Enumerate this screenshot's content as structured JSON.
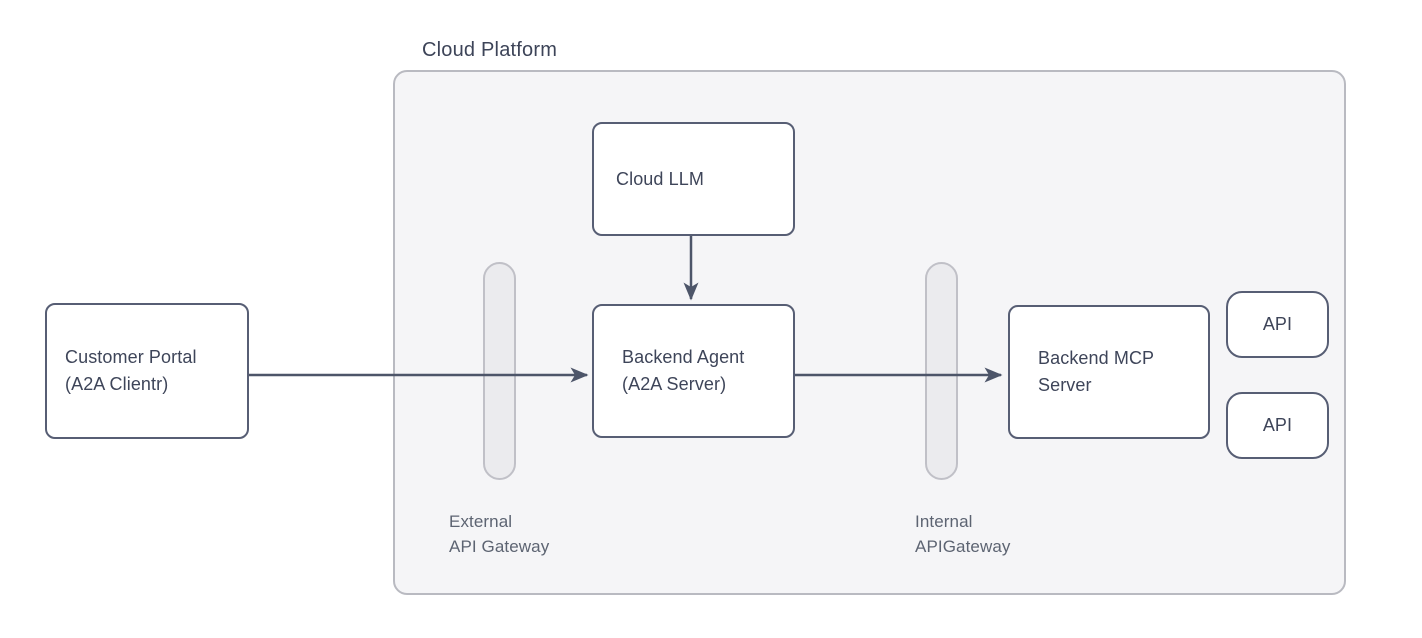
{
  "diagram": {
    "title": "Cloud Platform",
    "nodes": {
      "customer_portal": {
        "line1": "Customer Portal",
        "line2": "(A2A Clientr)"
      },
      "cloud_llm": {
        "label": "Cloud LLM"
      },
      "backend_agent": {
        "line1": "Backend Agent",
        "line2": "(A2A Server)"
      },
      "backend_mcp": {
        "line1": "Backend MCP",
        "line2": "Server"
      },
      "api_top": {
        "label": "API"
      },
      "api_bottom": {
        "label": "API"
      }
    },
    "gateways": {
      "external": {
        "line1": "External",
        "line2": "API Gateway"
      },
      "internal": {
        "line1": "Internal",
        "line2": "APIGateway"
      }
    },
    "connections": [
      "Customer Portal -> Backend Agent (through External API Gateway)",
      "Cloud LLM -> Backend Agent",
      "Backend Agent -> Backend MCP Server (through Internal APIGateway)"
    ],
    "colors": {
      "node_border": "#575e74",
      "node_text": "#3e4559",
      "arrow": "#4d5569",
      "panel_bg": "#f5f5f7",
      "panel_border": "#b9bac1",
      "pill_bg": "#ebebee",
      "pill_border": "#c0c0c7",
      "gateway_label_text": "#5d6472"
    }
  }
}
